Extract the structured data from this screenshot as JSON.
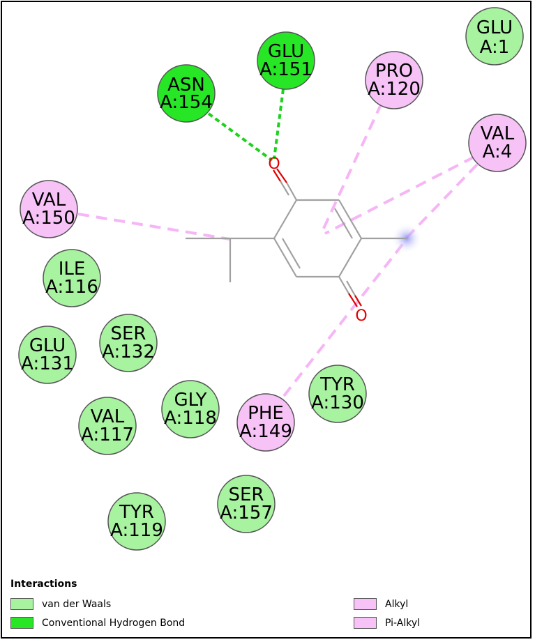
{
  "colors": {
    "vdw": "#a7f3a0",
    "hbond": "#26e626",
    "alkyl": "#f7c3f7",
    "bond": "#a0a0a0",
    "oxygen": "#e00000",
    "hbond_line": "#1dd11d",
    "alkyl_line": "#f6b5f6"
  },
  "residues": [
    {
      "id": "glu1",
      "name": "GLU",
      "num": "A:1",
      "type": "vdw"
    },
    {
      "id": "glu151",
      "name": "GLU",
      "num": "A:151",
      "type": "hbond"
    },
    {
      "id": "asn154",
      "name": "ASN",
      "num": "A:154",
      "type": "hbond"
    },
    {
      "id": "pro120",
      "name": "PRO",
      "num": "A:120",
      "type": "alkyl"
    },
    {
      "id": "val4",
      "name": "VAL",
      "num": "A:4",
      "type": "alkyl"
    },
    {
      "id": "val150",
      "name": "VAL",
      "num": "A:150",
      "type": "alkyl"
    },
    {
      "id": "ile116",
      "name": "ILE",
      "num": "A:116",
      "type": "vdw"
    },
    {
      "id": "glu131",
      "name": "GLU",
      "num": "A:131",
      "type": "vdw"
    },
    {
      "id": "ser132",
      "name": "SER",
      "num": "A:132",
      "type": "vdw"
    },
    {
      "id": "tyr130",
      "name": "TYR",
      "num": "A:130",
      "type": "vdw"
    },
    {
      "id": "gly118",
      "name": "GLY",
      "num": "A:118",
      "type": "vdw"
    },
    {
      "id": "phe149",
      "name": "PHE",
      "num": "A:149",
      "type": "alkyl"
    },
    {
      "id": "val117",
      "name": "VAL",
      "num": "A:117",
      "type": "vdw"
    },
    {
      "id": "ser157",
      "name": "SER",
      "num": "A:157",
      "type": "vdw"
    },
    {
      "id": "tyr119",
      "name": "TYR",
      "num": "A:119",
      "type": "vdw"
    }
  ],
  "atoms": {
    "o1": "O",
    "o2": "O"
  },
  "legend": {
    "title": "Interactions",
    "items": [
      {
        "label": "van der Waals",
        "type": "vdw"
      },
      {
        "label": "Conventional Hydrogen Bond",
        "type": "hbond"
      },
      {
        "label": "Alkyl",
        "type": "alkyl"
      },
      {
        "label": "Pi-Alkyl",
        "type": "alkyl"
      }
    ]
  }
}
